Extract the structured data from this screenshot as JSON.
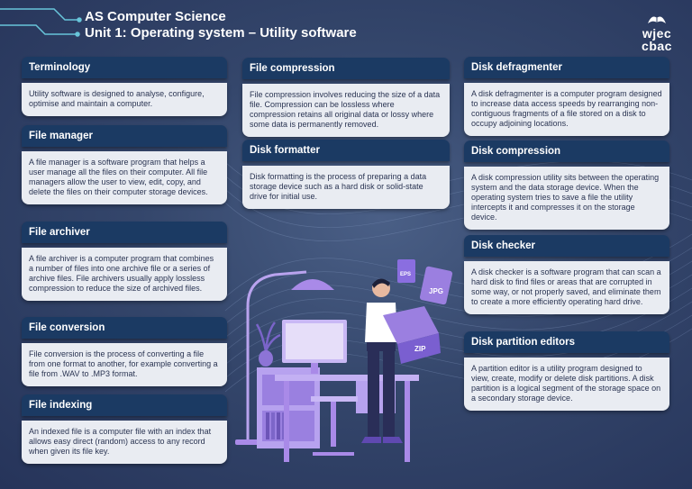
{
  "header": {
    "title": "AS Computer Science",
    "subtitle": "Unit 1: Operating system – Utility software"
  },
  "logo": {
    "line1": "wjec",
    "line2": "cbac"
  },
  "cards": {
    "terminology": {
      "title": "Terminology",
      "body": "Utility software is designed to analyse, configure, optimise and maintain a computer."
    },
    "file_manager": {
      "title": "File manager",
      "body": "A file manager is a software program that helps a user manage all the files on their computer. All file managers allow the user to view, edit, copy, and delete the files on their computer storage devices."
    },
    "file_archiver": {
      "title": "File archiver",
      "body": "A file archiver is a computer program that combines a number of files into one archive file or a series of archive files. File archivers usually apply lossless compression to reduce the size of archived files."
    },
    "file_conversion": {
      "title": "File conversion",
      "body": "File conversion is the process of converting a file from one format to another, for example converting a file from .WAV to .MP3 format."
    },
    "file_indexing": {
      "title": "File indexing",
      "body": "An indexed file is a computer file with an index that allows easy direct (random) access to any record when given its file key."
    },
    "file_compression": {
      "title": "File compression",
      "body": "File compression involves reducing the size of a data file. Compression can be lossless where compression retains all original data or lossy where some data is permanently removed."
    },
    "disk_formatter": {
      "title": "Disk formatter",
      "body": "Disk formatting is the process of preparing a data storage device such as a hard disk or solid-state drive for initial use."
    },
    "disk_defragmenter": {
      "title": "Disk defragmenter",
      "body": "A disk defragmenter is a computer program designed to increase data access speeds by rearranging non-contiguous fragments of a file stored on a disk to occupy adjoining locations."
    },
    "disk_compression": {
      "title": "Disk compression",
      "body": "A disk compression utility sits between the operating system and the data storage device. When the operating system tries to save a file the utility intercepts it and compresses it on the storage device."
    },
    "disk_checker": {
      "title": "Disk checker",
      "body": "A disk checker is a software program that can scan a hard disk to find files or areas that are corrupted in some way, or not properly saved, and eliminate them to create a more efficiently operating hard drive."
    },
    "disk_partition": {
      "title": "Disk partition editors",
      "body": "A partition editor is a utility program designed to view, create, modify or delete disk partitions. A disk partition is a logical segment of the storage space on a secondary storage device."
    }
  },
  "illustration": {
    "file_labels": [
      "EPS",
      "JPG",
      "ZIP"
    ]
  },
  "colors": {
    "title_bar": "#1b3a63",
    "card_body": "#e9ecf2",
    "accent_purple": "#9b7fe0",
    "background": "#34466b"
  }
}
